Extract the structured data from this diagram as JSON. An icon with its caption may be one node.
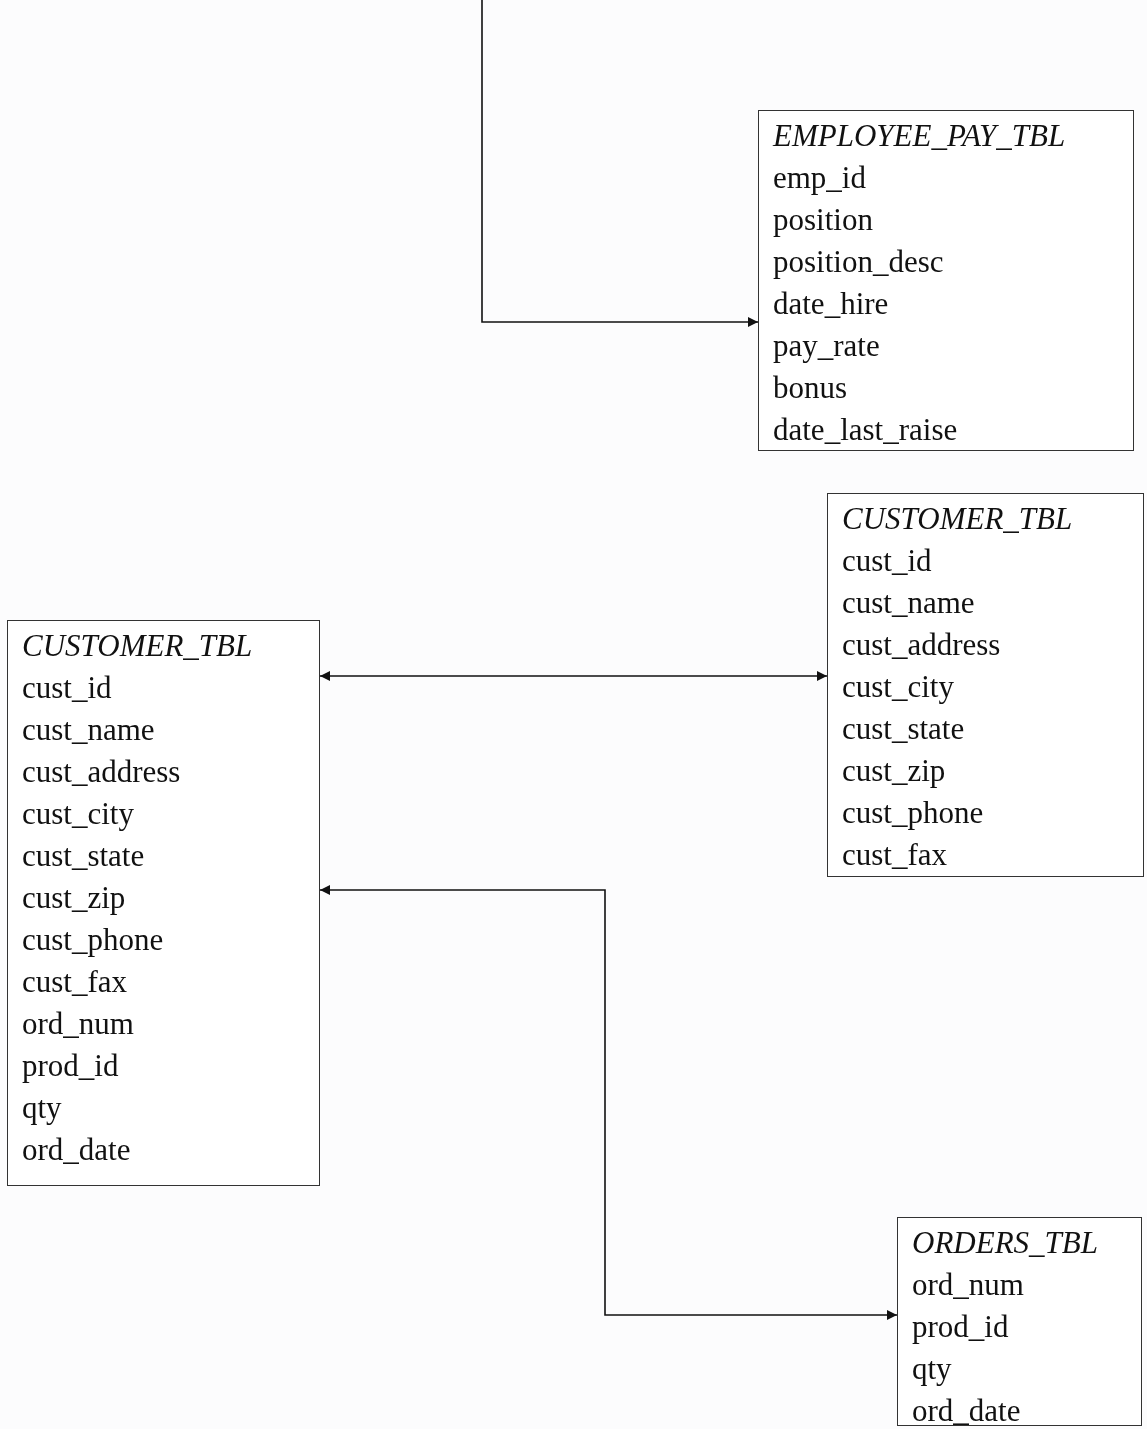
{
  "diagram": {
    "nodes": [
      {
        "text": [
          "EMPLOYEE_PAY_TBL",
          "emp_id",
          "position",
          "position_desc",
          "date_hire",
          "pay_rate",
          "bonus",
          "date_last_raise"
        ]
      },
      {
        "text": [
          "CUSTOMER_TBL",
          "cust_id",
          "cust_name",
          "cust_address",
          "cust_city",
          "cust_state",
          "cust_zip",
          "cust_phone",
          "cust_fax"
        ]
      },
      {
        "text": [
          "CUSTOMER_TBL",
          "cust_id",
          "cust_name",
          "cust_address",
          "cust_city",
          "cust_state",
          "cust_zip",
          "cust_phone",
          "cust_fax",
          "ord_num",
          "prod_id",
          "qty",
          "ord_date"
        ]
      },
      {
        "text": [
          "ORDERS_TBL",
          "ord_num",
          "prod_id",
          "qty",
          "ord_date"
        ]
      }
    ],
    "edges": [
      {
        "from": null,
        "to": 0,
        "arrow": "to"
      },
      {
        "from": 2,
        "to": 1,
        "arrow": "both"
      },
      {
        "from": 2,
        "to": 3,
        "arrow": "both"
      }
    ]
  }
}
